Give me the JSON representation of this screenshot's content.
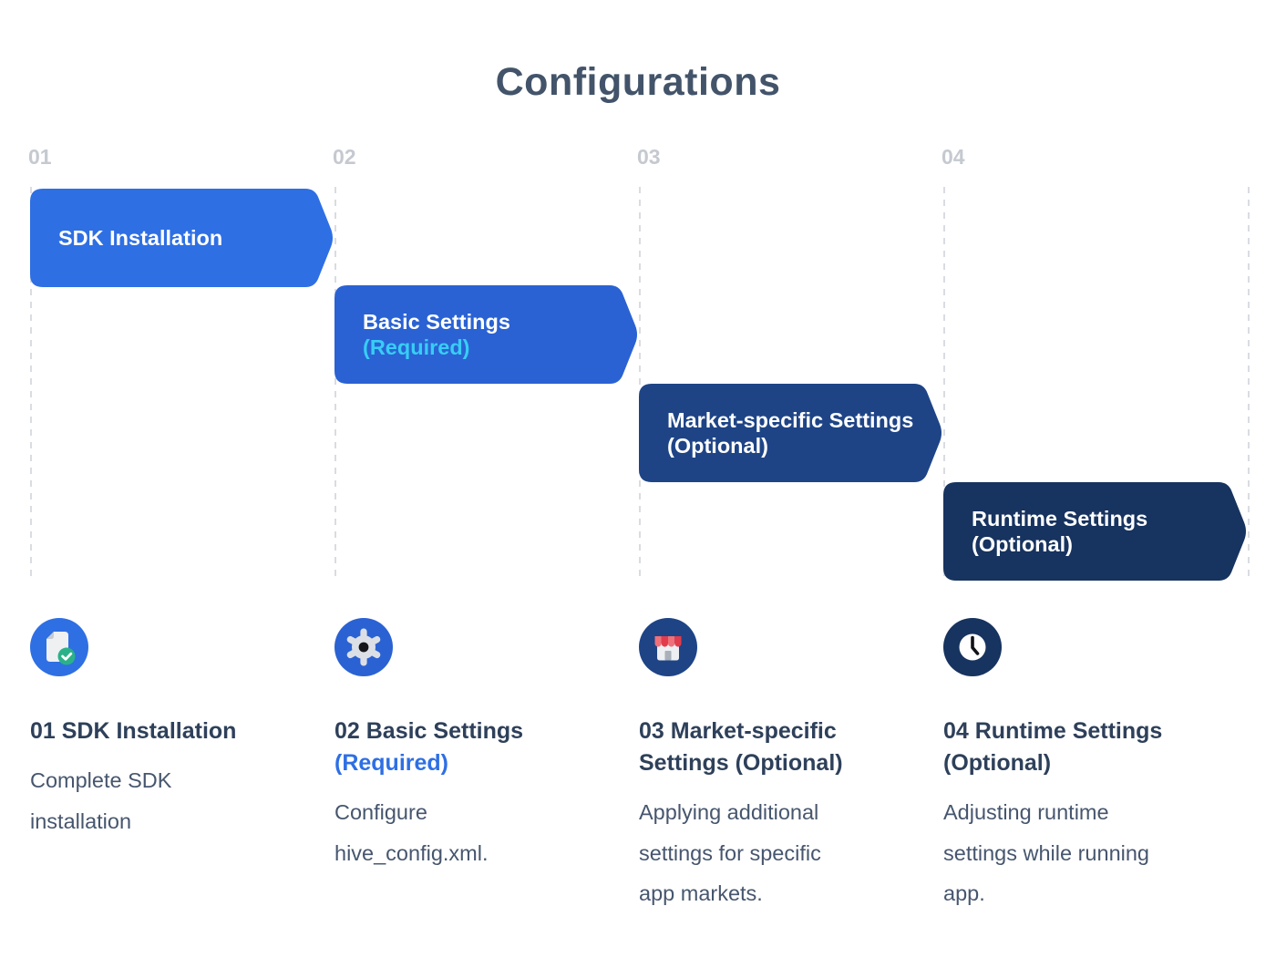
{
  "title": "Configurations",
  "colors": {
    "step1_blue": "#2e6fe4",
    "step2_blue": "#2a62d3",
    "step3_navy": "#1e4486",
    "step4_navy": "#17335f",
    "required_cyan": "#38cdf5",
    "required_blue": "#2e6fe4",
    "title_text": "#43546a",
    "heading_text": "#2e405a",
    "body_text": "#46566e",
    "step_number_gray": "#c5c9d0",
    "dashed_line": "#d9dce1",
    "icon_glyph_light": "#e9ebee",
    "check_green": "#2bb189",
    "awning_red": "#e23c4c",
    "awning_pink": "#f0707a"
  },
  "steps": [
    {
      "number": "01",
      "banner_lines": [
        "SDK Installation"
      ],
      "icon": "document-check-icon",
      "heading_lines": [
        "01 SDK Installation"
      ],
      "desc_lines": [
        "Complete SDK",
        "installation"
      ]
    },
    {
      "number": "02",
      "banner_lines": [
        "Basic Settings"
      ],
      "banner_accent": "(Required)",
      "heading_lines": [
        "02 Basic Settings"
      ],
      "heading_accent": "(Required)",
      "desc_lines": [
        "Configure",
        "hive_config.xml."
      ]
    },
    {
      "number": "03",
      "banner_lines": [
        "Market-specific Settings",
        "(Optional)"
      ],
      "icon": "storefront-icon",
      "heading_lines": [
        "03 Market-specific",
        "Settings (Optional)"
      ],
      "desc_lines": [
        "Applying additional",
        "settings for specific",
        "app markets."
      ]
    },
    {
      "number": "04",
      "banner_lines": [
        "Runtime Settings",
        "(Optional)"
      ],
      "icon": "clock-icon",
      "heading_lines": [
        "04 Runtime Settings",
        "(Optional)"
      ],
      "desc_lines": [
        "Adjusting runtime",
        "settings while running",
        "app."
      ]
    }
  ]
}
